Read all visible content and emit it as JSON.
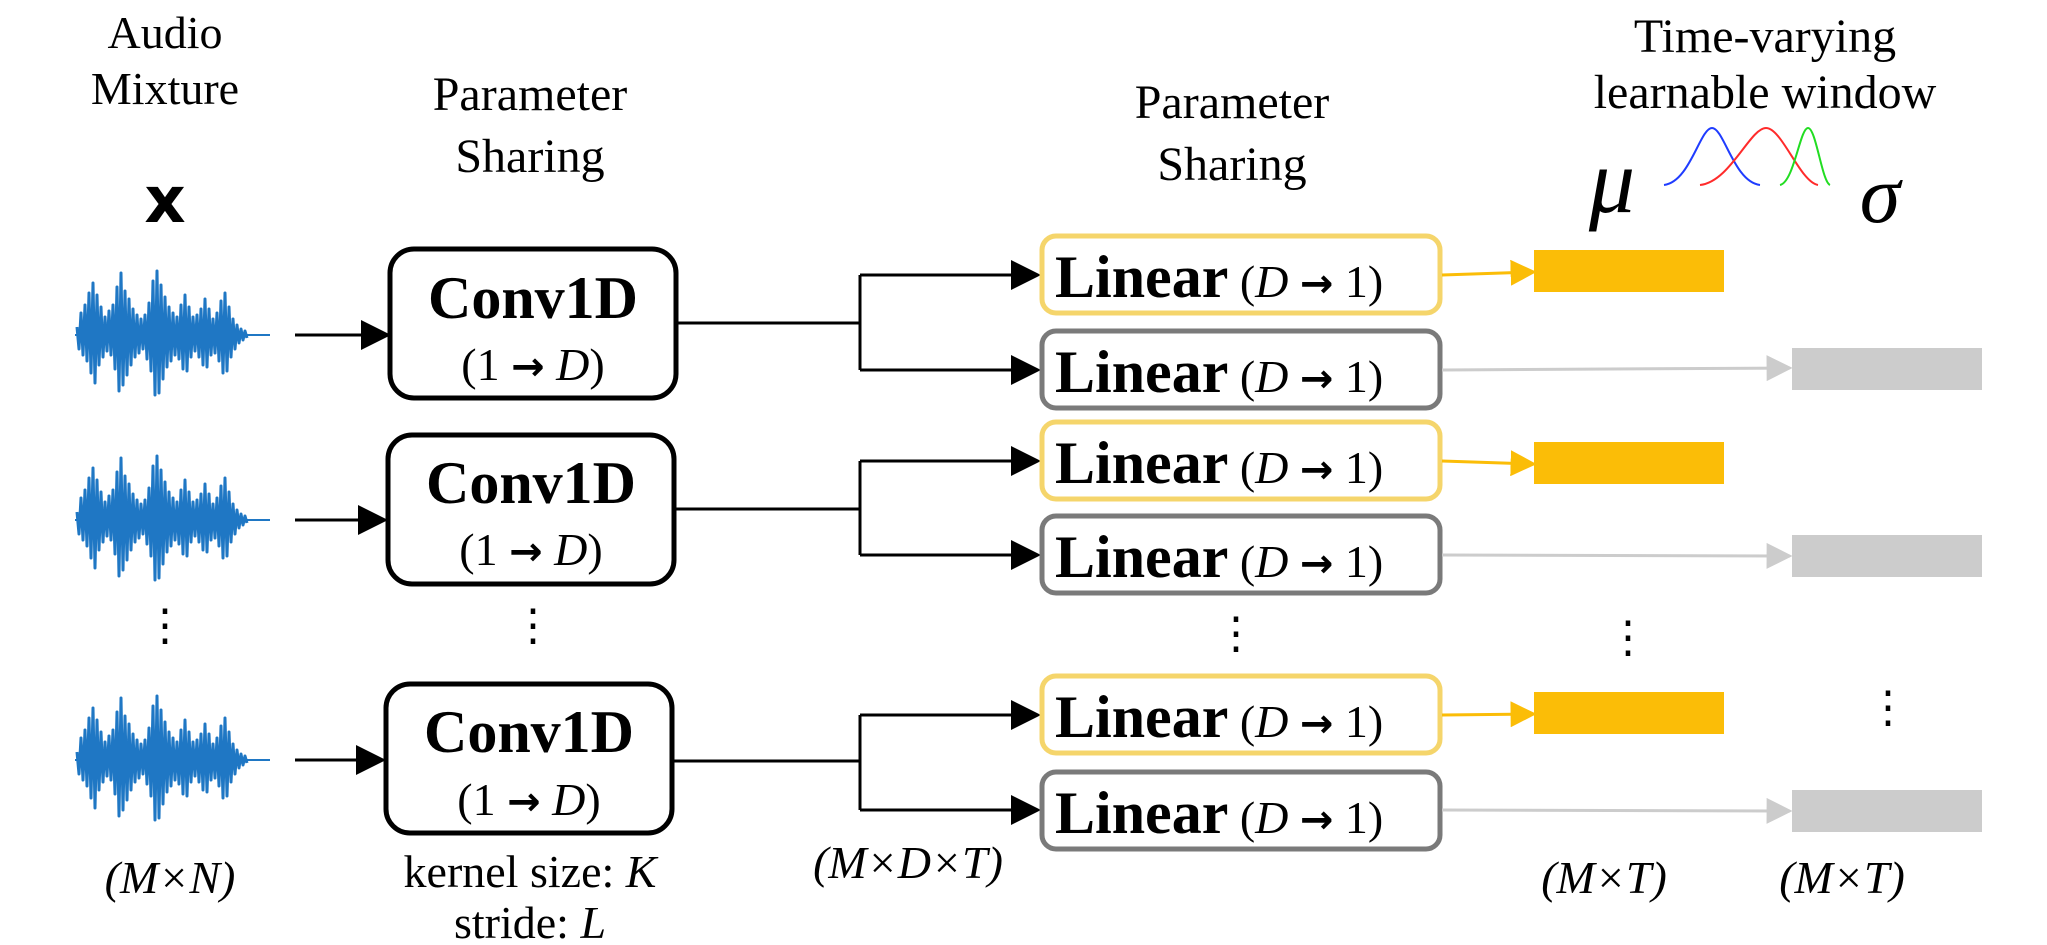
{
  "audio": {
    "title_line1": "Audio",
    "title_line2": "Mixture",
    "symbol": "x",
    "shape_label": "(M×N)",
    "waveform_color": "#1f77c4"
  },
  "conv_sharing": {
    "line1": "Parameter",
    "line2": "Sharing"
  },
  "linear_sharing": {
    "line1": "Parameter",
    "line2": "Sharing"
  },
  "conv": {
    "label": "Conv1D",
    "sub_pre": "(1 ",
    "sub_arrow": "→",
    "sub_post": "D",
    "sub_close": ")",
    "kernel_prefix": "kernel size: ",
    "kernel_symbol": "K",
    "stride_prefix": "stride: ",
    "stride_symbol": "L"
  },
  "feature_shape": "(M×D×T)",
  "linear": {
    "label": "Linear",
    "sub_open": "(",
    "sub_d": "D",
    "sub_arrow": "→",
    "sub_one": "1",
    "sub_close": ")",
    "mu_border": "#f5d56b",
    "sigma_border": "#7a7a7a"
  },
  "window": {
    "title_line1": "Time-varying",
    "title_line2": "learnable window",
    "mu_symbol": "μ",
    "sigma_symbol": "σ",
    "curve_colors": [
      "#1f3cff",
      "#ff2b2b",
      "#22dd22"
    ]
  },
  "outputs": {
    "mu_color": "#fbbd07",
    "sigma_color": "#cccccc",
    "mu_shape": "(M×T)",
    "sigma_shape": "(M×T)"
  },
  "ellipsis": "⋮"
}
